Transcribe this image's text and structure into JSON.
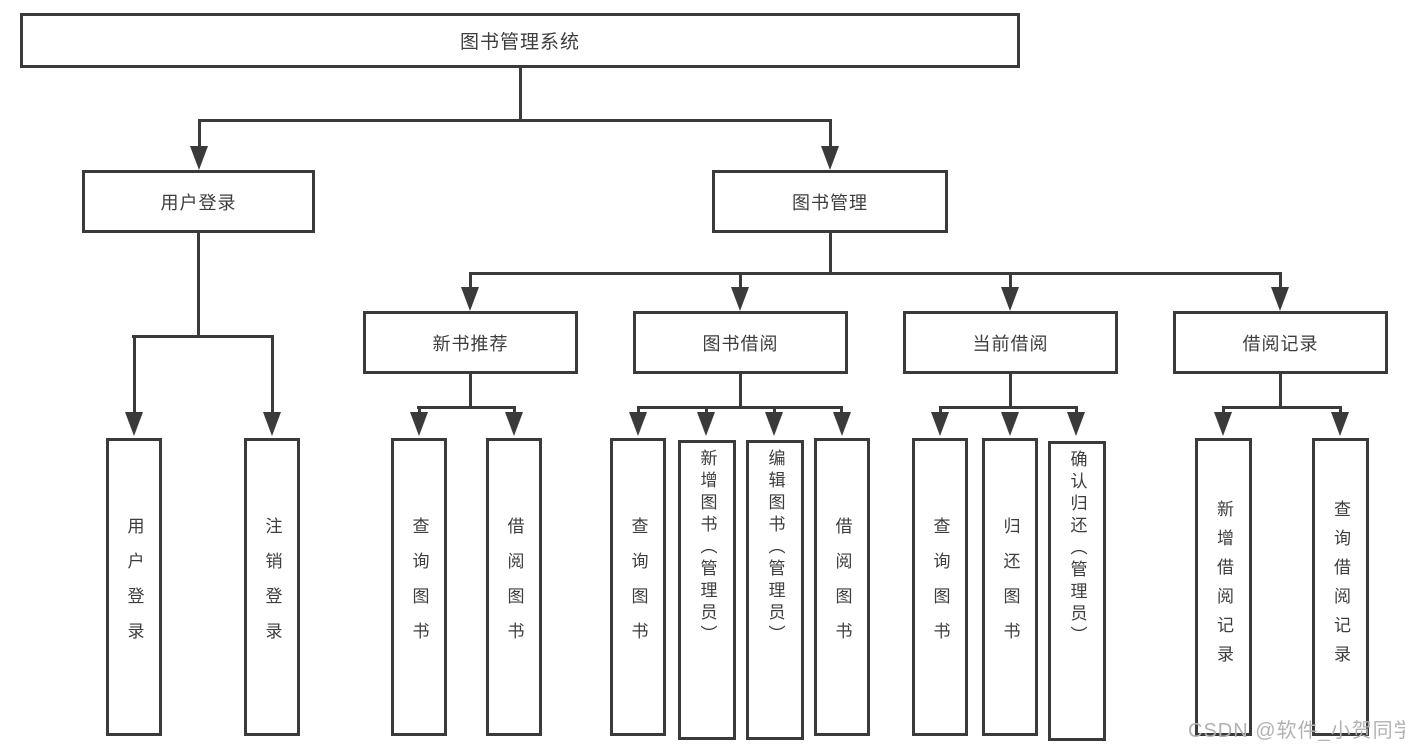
{
  "colors": {
    "line": "#3a3a3a",
    "text": "#3d3d3d",
    "watermark": "#b2b2b2",
    "background": "#ffffff"
  },
  "diagram": {
    "root": "图书管理系统",
    "branches": [
      {
        "label": "用户登录",
        "children": [
          "用户登录",
          "注销登录"
        ]
      },
      {
        "label": "图书管理",
        "children": [
          {
            "label": "新书推荐",
            "children": [
              "查询图书",
              "借阅图书"
            ]
          },
          {
            "label": "图书借阅",
            "children": [
              "查询图书",
              "新增图书（管理员）",
              "编辑图书（管理员）",
              "借阅图书"
            ]
          },
          {
            "label": "当前借阅",
            "children": [
              "查询图书",
              "归还图书",
              "确认归还（管理员）"
            ]
          },
          {
            "label": "借阅记录",
            "children": [
              "新增借阅记录",
              "查询借阅记录"
            ]
          }
        ]
      }
    ]
  },
  "watermark": {
    "text": "CSDN @软件_小贺同学"
  }
}
